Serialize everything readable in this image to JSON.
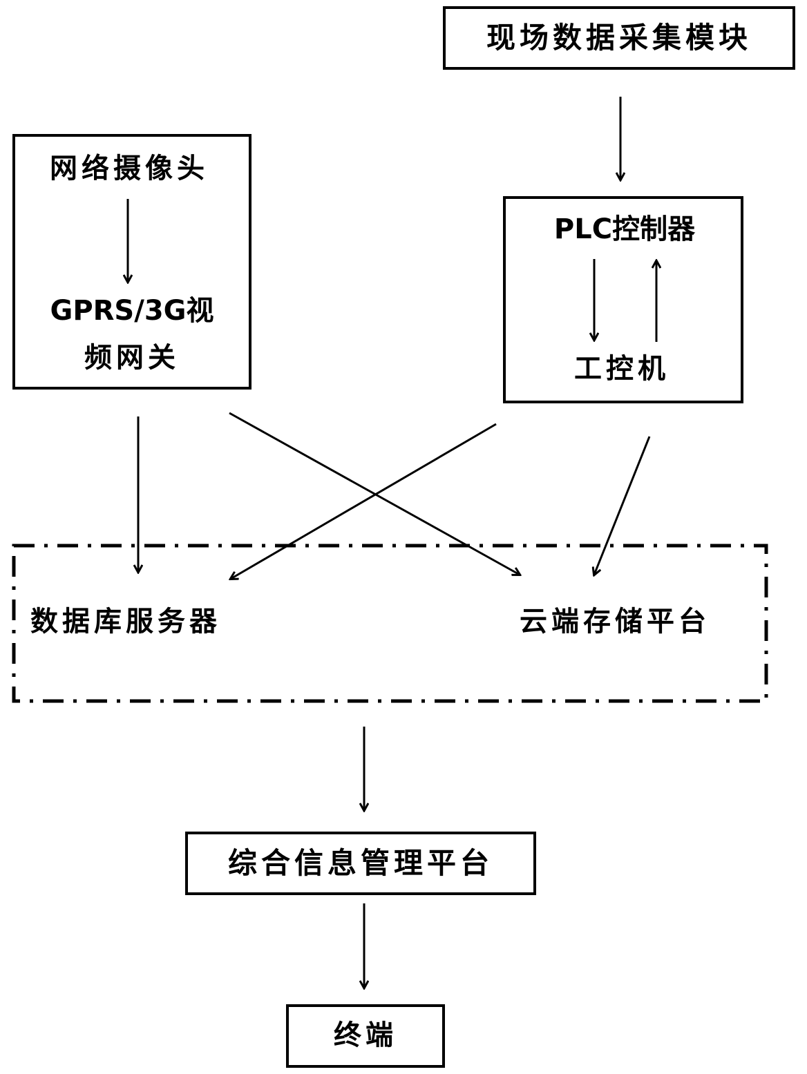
{
  "diagram": {
    "nodes": {
      "field_data_module": "现场数据采集模块",
      "network_camera": "网络摄像头",
      "video_gateway_line1": "GPRS/3G视",
      "video_gateway_line2": "频网关",
      "plc_controller": "PLC控制器",
      "industrial_pc": "工控机",
      "database_server": "数据库服务器",
      "cloud_storage": "云端存储平台",
      "info_platform": "综合信息管理平台",
      "terminal": "终端"
    },
    "colors": {
      "line": "#000000",
      "background": "#ffffff"
    }
  }
}
